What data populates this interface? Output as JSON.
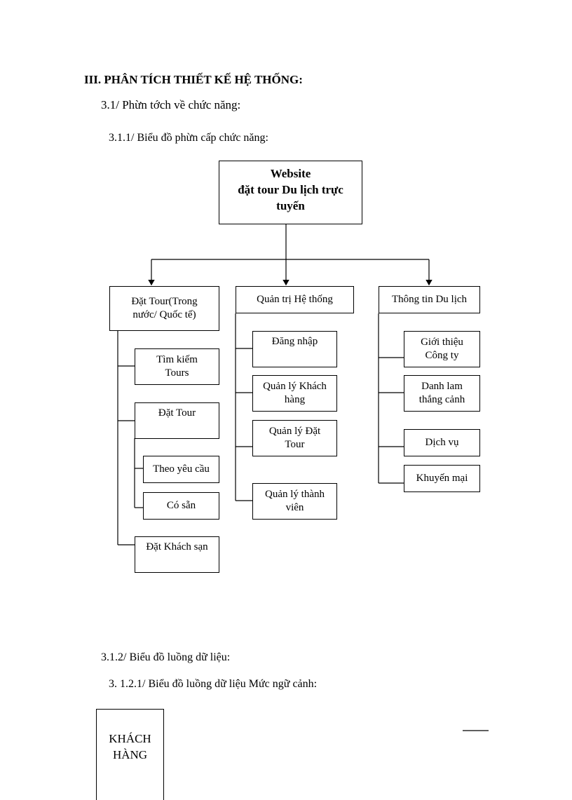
{
  "headings": {
    "section": "III.  PHÂN TÍCH THIẾT KẾ HỆ THỐNG:",
    "sub_1": "3.1/ Phừn tớch về chức năng:",
    "sub_1_1": "3.1.1/ Biểu đồ phừn  cấp chức năng:",
    "sub_1_2": "3.1.2/ Biểu đồ luồng dữ  liệu:",
    "sub_1_2_1": "3. 1.2.1/ Biểu đồ luồng dữ liệu Mức ngữ cảnh:"
  },
  "diagram": {
    "root": "Website\nđặt tour Du lịch trực\ntuyến",
    "branches": [
      {
        "label": "Đặt Tour(Trong\nnước/ Quốc tế)",
        "children": [
          "Tìm kiếm\nTours",
          "Đặt Tour",
          "Theo yêu cầu",
          "Có sẵn",
          "Đặt Khách sạn"
        ]
      },
      {
        "label": "Quản trị Hệ thống",
        "children": [
          "Đăng nhập",
          "Quản lý Khách\nhàng",
          "Quản lý Đặt\nTour",
          "Quản lý thành\nviên"
        ]
      },
      {
        "label": "Thông tin Du lịch",
        "children": [
          "Giới thiệu\nCông ty",
          "Danh lam\nthắng cảnh",
          "Dịch vụ",
          "Khuyến mại"
        ]
      }
    ]
  },
  "context_diagram": {
    "entity": "KHÁCH\nHÀNG"
  }
}
